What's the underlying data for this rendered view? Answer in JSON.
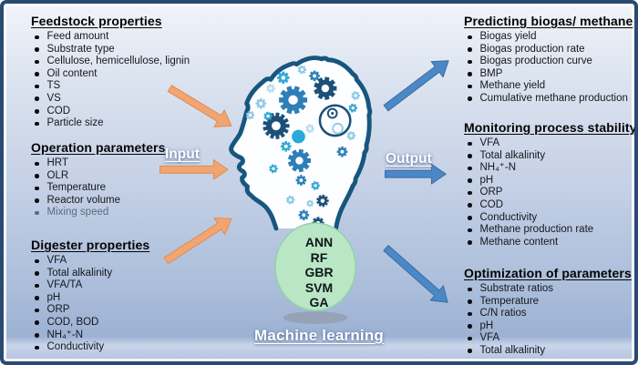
{
  "left_panel": {
    "sections": [
      {
        "heading": "Feedstock properties",
        "items": [
          "Feed amount",
          "Substrate type",
          "Cellulose, hemicellulose, lignin",
          "Oil content",
          "TS",
          "VS",
          "COD",
          "Particle size"
        ]
      },
      {
        "heading": "Operation parameters",
        "items": [
          "HRT",
          "OLR",
          "Temperature",
          "Reactor volume",
          "Mixing speed"
        ]
      },
      {
        "heading": "Digester properties",
        "items": [
          "VFA",
          "Total alkalinity",
          "VFA/TA",
          "pH",
          "ORP",
          "COD, BOD",
          "NH₄⁺-N",
          "Conductivity"
        ]
      }
    ]
  },
  "right_panel": {
    "sections": [
      {
        "heading": "Predicting biogas/ methane",
        "items": [
          "Biogas yield",
          "Biogas production rate",
          "Biogas production curve",
          "BMP",
          "Methane yield",
          "Cumulative methane production"
        ]
      },
      {
        "heading": "Monitoring process stability",
        "items": [
          "VFA",
          "Total alkalinity",
          "NH₄⁺-N",
          "pH",
          "ORP",
          "COD",
          "Conductivity",
          "Methane production rate",
          "Methane content"
        ]
      },
      {
        "heading": "Optimization of parameters",
        "items": [
          "Substrate ratios",
          "Temperature",
          "C/N ratios",
          "pH",
          "VFA",
          "Total alkalinity"
        ]
      }
    ]
  },
  "center": {
    "input_label": "Input",
    "output_label": "Output",
    "ml_label": "Machine learning",
    "models": [
      "ANN",
      "RF",
      "GBR",
      "SVM",
      "GA"
    ]
  },
  "colors": {
    "input_arrow": "#f2a471",
    "input_arrow_edge": "#dd8d54",
    "output_arrow": "#4c87c6",
    "output_arrow_edge": "#3a6da6",
    "head_outline": "#17567e",
    "head_fill": "#fcfeff",
    "ml_ellipse_fill": "#b9e7c6",
    "ml_ellipse_edge": "#93d3aa",
    "gear_palette": [
      "#1c5078",
      "#2e7eb8",
      "#35a9d6",
      "#8ecbe6",
      "#b8dcee",
      "#29a9dc"
    ]
  }
}
